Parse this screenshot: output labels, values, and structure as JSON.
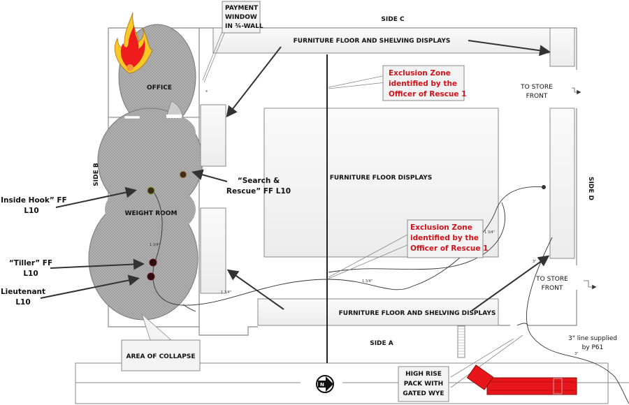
{
  "sides": {
    "a": "SIDE A",
    "b": "SIDE B",
    "c": "SIDE C",
    "d": "SIDE D"
  },
  "rooms": {
    "office": "OFFICE",
    "weight_room": "WEIGHT ROOM"
  },
  "displays": {
    "top": "FURNITURE FLOOR AND SHELVING DISPLAYS",
    "center": "FURNITURE FLOOR DISPLAYS",
    "bottom": "FURNITURE FLOOR AND SHELVING DISPLAYS"
  },
  "callouts": {
    "payment_window": [
      "PAYMENT",
      "WINDOW",
      "IN ¾-WALL"
    ],
    "exclusion_zone_1": [
      "Exclusion Zone",
      "identified by the",
      "Officer of Rescue 1"
    ],
    "exclusion_zone_2": [
      "Exclusion Zone",
      "identified by the",
      "Officer of Rescue 1"
    ],
    "area_of_collapse": "AREA OF COLLAPSE",
    "high_rise_pack": [
      "HIGH RISE",
      "PACK WITH",
      "GATED WYE"
    ],
    "to_store_front_1": [
      "TO STORE",
      "FRONT"
    ],
    "to_store_front_2": [
      "TO STORE",
      "FRONT"
    ],
    "three_inch_line": [
      "3\" line supplied",
      "by P61"
    ]
  },
  "personnel": {
    "search_rescue": [
      "“Search &",
      "Rescue” FF L10"
    ],
    "inside_hook": [
      "“Inside Hook” FF",
      "L10"
    ],
    "tiller": [
      "“Tiller” FF",
      "L10"
    ],
    "lieutenant": [
      "Lieutenant",
      "L10"
    ]
  },
  "hose_labels": {
    "h1": "1 3/4\"",
    "h2": "1 3/4\"",
    "h3": "1 3/4\"",
    "h4": "1 3/4\"",
    "h5": "3\"",
    "h6": "3\""
  },
  "compass": {
    "label": "N"
  },
  "colors": {
    "exclusion_text": "#d0121b",
    "fire": "#ee1c1c",
    "apparatus": "#e8151b",
    "smoke": "#a9a9a9"
  }
}
